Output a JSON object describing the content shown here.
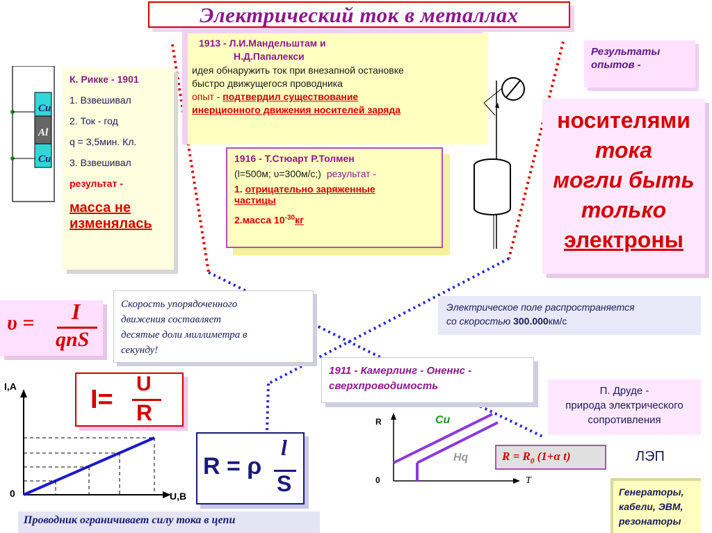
{
  "title": "Электрический ток в металлах",
  "rikke": {
    "header": "К. Рикке - 1901",
    "lines": [
      "1. Взвешивал",
      "2. Ток - год",
      "q = 3,5мин. Кл.",
      "3. Взвешивал"
    ],
    "result_label": "результат -",
    "result_line1": "масса не",
    "result_line2": "изменялась"
  },
  "cylinder_labels": {
    "top": "Cu",
    "middle": "Al",
    "bottom": "Cu"
  },
  "mandelshtam": {
    "header1": "1913 - Л.И.Мандельштам и",
    "header2": "Н.Д.Папалекси",
    "idea1": "идея обнаружить ток при внезапной остановке",
    "idea2": "быстро движущегося проводника",
    "experiment_label": "опыт -",
    "experiment_text1": "подтвердил существование",
    "experiment_text2": "инерционного движения носителей заряда"
  },
  "stewart": {
    "header": "1916 - Т.Стюарт Р.Толмен",
    "params": "(l=500м; υ=300м/с;)",
    "result_label": "результат -",
    "item1_num": "1.",
    "item1_text1": "отрицательно заряженные",
    "item1_text2": "частицы",
    "item2_prefix": "2.масса 10",
    "item2_exp": "-30",
    "item2_unit": "кг"
  },
  "results": {
    "label1": "Результаты",
    "label2": "опытов -"
  },
  "carriers": {
    "line1": "носителями",
    "line2": "тока",
    "line3": "могли быть",
    "line4": "только",
    "line5": "электроны"
  },
  "velocity_formula": {
    "lhs": "υ =",
    "numerator": "I",
    "denominator": "qnS"
  },
  "velocity_text": {
    "line1": "Скорость упорядоченного",
    "line2": "движения составляет",
    "line3": "десятые доли миллиметра в",
    "line4": "секунду!"
  },
  "field_text": {
    "line1": "Электрическое поле распространяется",
    "line2_prefix": "со скоростью",
    "line2_value": "300.000",
    "line2_unit": "км/с"
  },
  "kamerling": {
    "line1": "1911 - Камерлинг - Оненнс -",
    "line2": "сверхпроводимость"
  },
  "drude": {
    "line1": "П. Друде -",
    "line2": "природа электрического",
    "line3": "сопротивления"
  },
  "ohm_formula": {
    "lhs": "I=",
    "numerator": "U",
    "denominator": "R"
  },
  "resistance_formula": {
    "lhs": "R = ρ",
    "numerator": "l",
    "denominator": "S"
  },
  "temp_formula": {
    "text": "R = R",
    "sub": "0",
    "rest": " (1+α t)"
  },
  "lep": "ЛЭП",
  "applications": {
    "line1": "Генераторы,",
    "line2": "кабели, ЭВМ,",
    "line3": "резонаторы"
  },
  "iv_graph": {
    "y_label": "I,A",
    "x_label": "U,B",
    "origin": "0"
  },
  "rt_graph": {
    "y_label": "R",
    "x_label": "T",
    "origin": "0",
    "cu_label": "Cu",
    "hg_label": "Hq"
  },
  "bottom_note": "Проводник ограничивает силу тока в цепи"
}
